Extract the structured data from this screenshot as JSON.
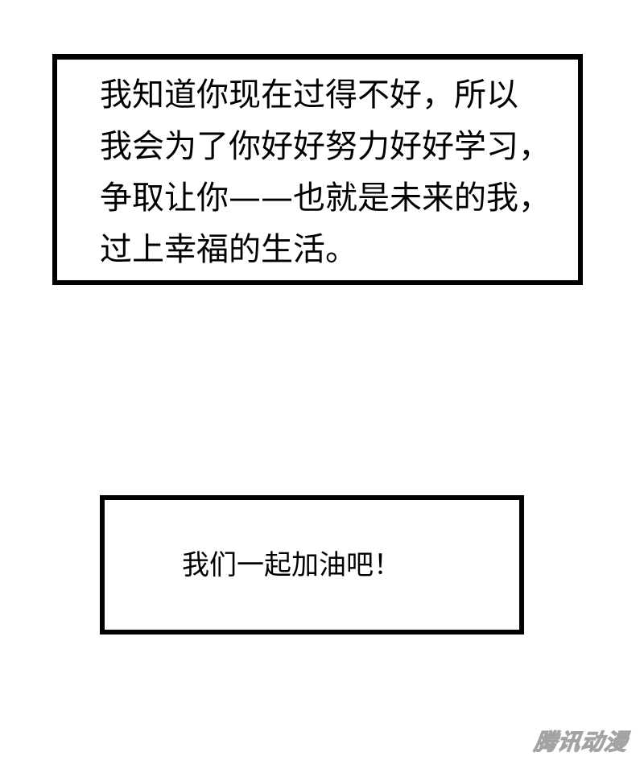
{
  "panels": [
    {
      "lines": [
        "我知道你现在过得不好，所以",
        "我会为了你好好努力好好学习，",
        "争取让你——也就是未来的我，",
        "过上幸福的生活。"
      ]
    },
    {
      "lines": [
        "我们一起加油吧！"
      ]
    }
  ],
  "watermark": "腾讯动漫",
  "colors": {
    "background": "#ffffff",
    "border": "#000000",
    "text": "#000000",
    "watermark_stroke": "#9a9a9a"
  }
}
